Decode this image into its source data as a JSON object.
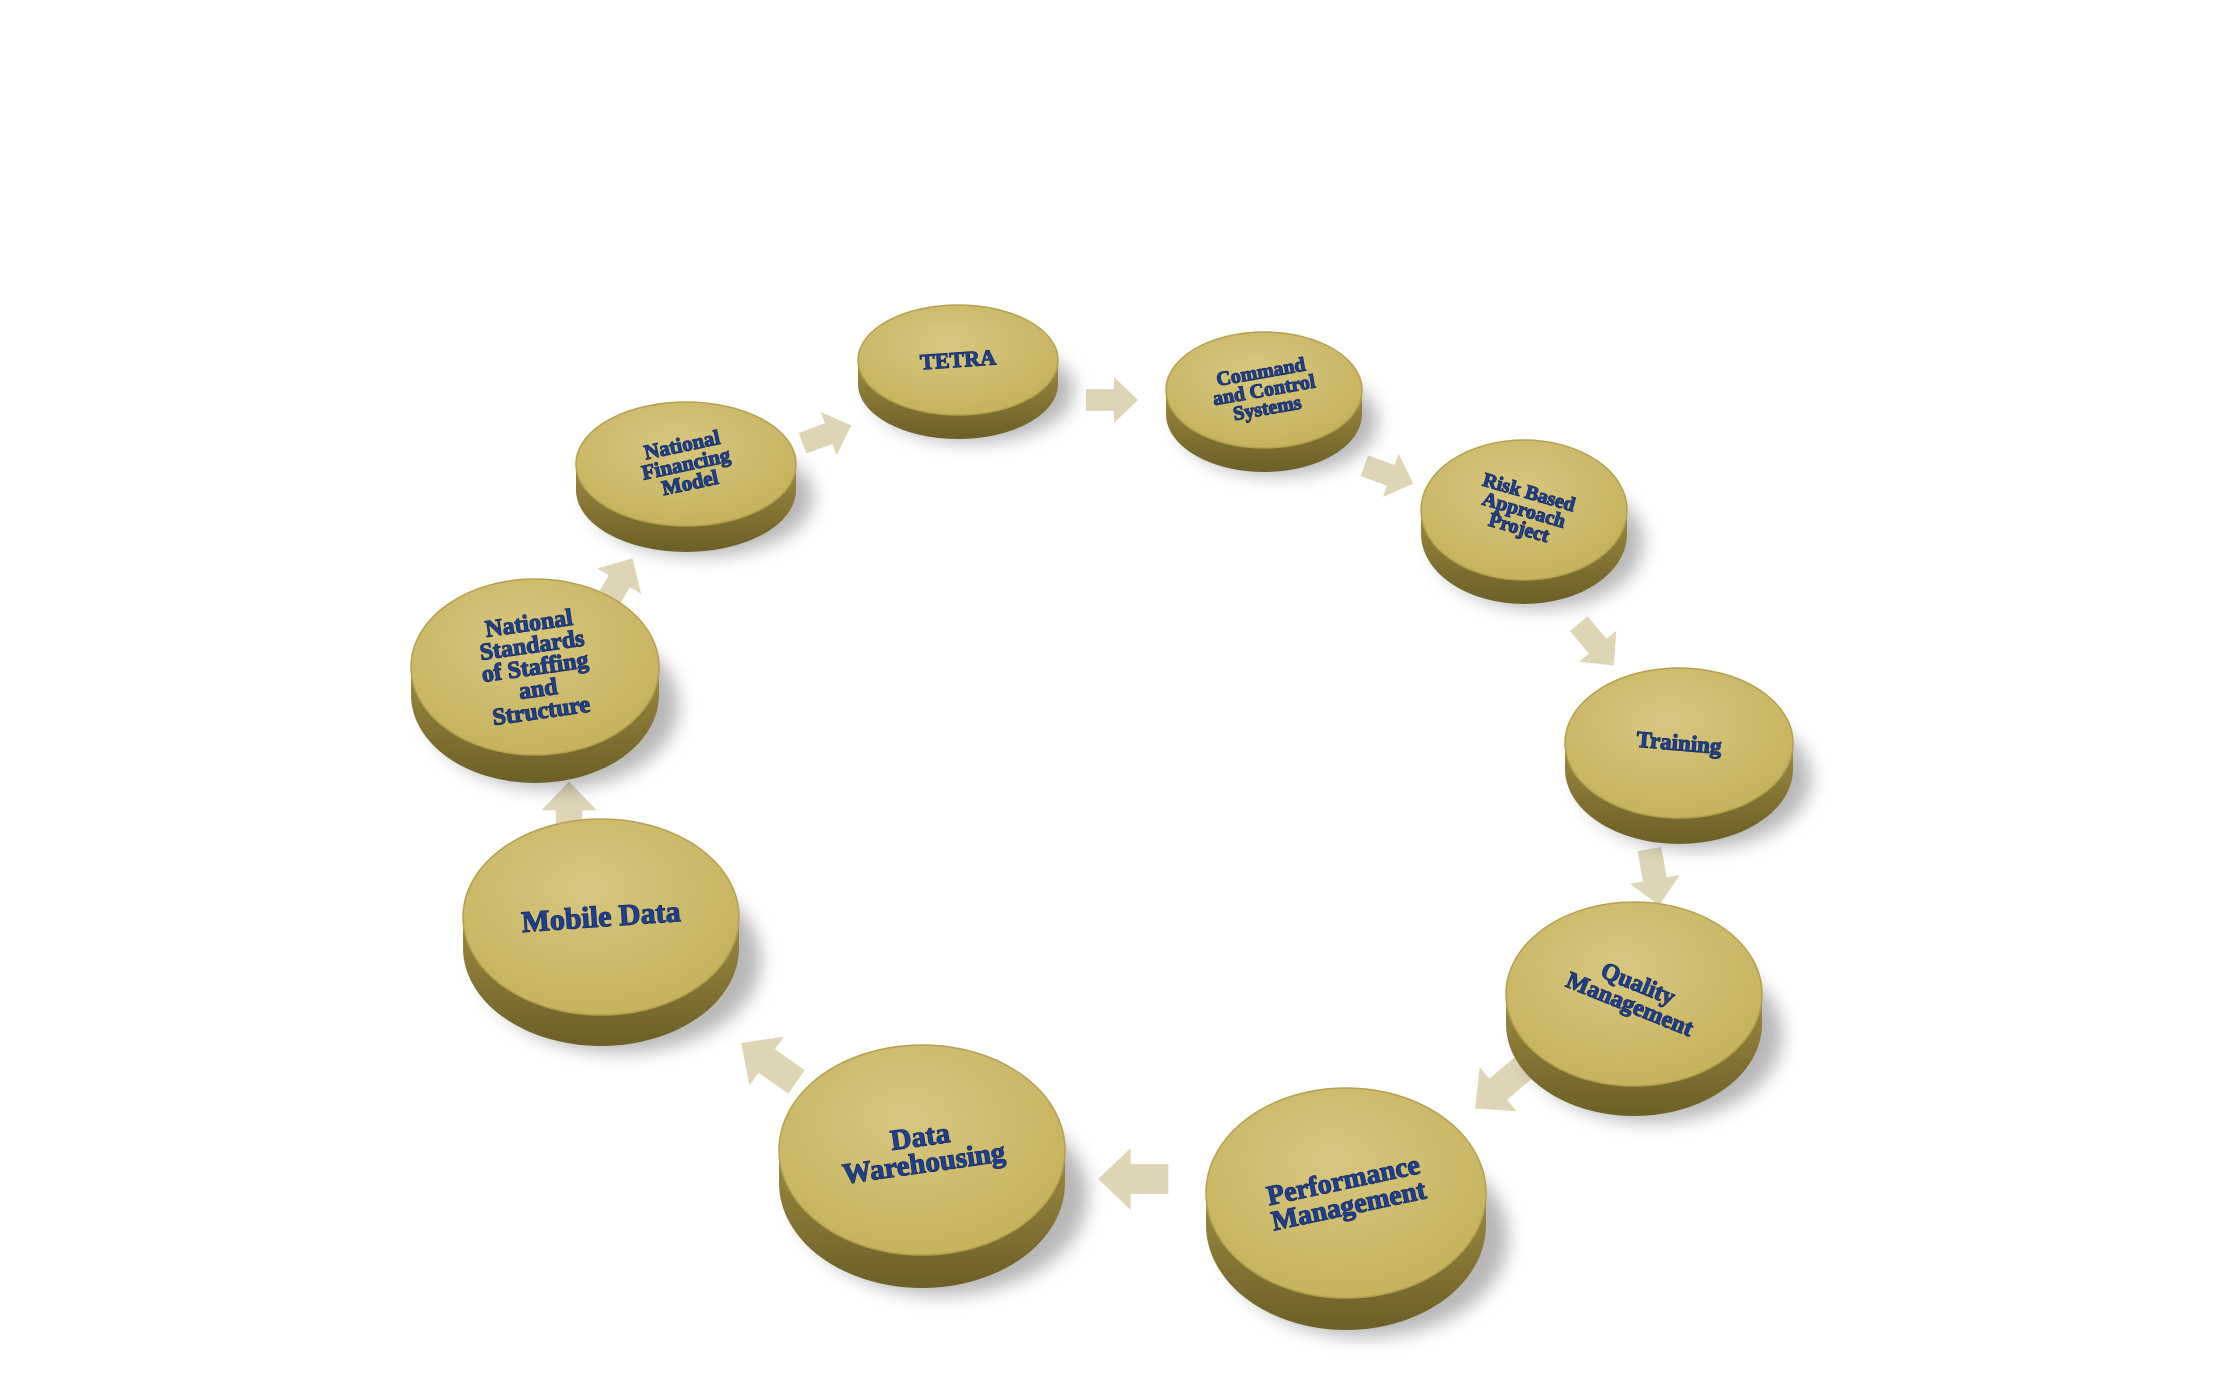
{
  "colors": {
    "disc_top": "#c8b663",
    "disc_top_light": "#d6c67a",
    "disc_side": "#8f7f3a",
    "disc_side_dark": "#6e6128",
    "arrow": "#ddd5b6",
    "label": "#1f3f8a"
  },
  "cycle": {
    "steps": [
      {
        "id": "tetra",
        "lines": [
          "TETRA"
        ]
      },
      {
        "id": "command-control",
        "lines": [
          "Command",
          "and Control",
          "Systems"
        ]
      },
      {
        "id": "risk-based",
        "lines": [
          "Risk Based",
          "Approach",
          "Project"
        ]
      },
      {
        "id": "training",
        "lines": [
          "Training"
        ]
      },
      {
        "id": "quality",
        "lines": [
          "Quality",
          "Management"
        ]
      },
      {
        "id": "performance",
        "lines": [
          "Performance",
          "Management"
        ]
      },
      {
        "id": "data-warehousing",
        "lines": [
          "Data",
          "Warehousing"
        ]
      },
      {
        "id": "mobile-data",
        "lines": [
          "Mobile Data"
        ]
      },
      {
        "id": "national-standards",
        "lines": [
          "National",
          "Standards",
          "of Staffing",
          "and",
          "Structure"
        ]
      },
      {
        "id": "national-financing",
        "lines": [
          "National",
          "Financing",
          "Model"
        ]
      }
    ]
  }
}
